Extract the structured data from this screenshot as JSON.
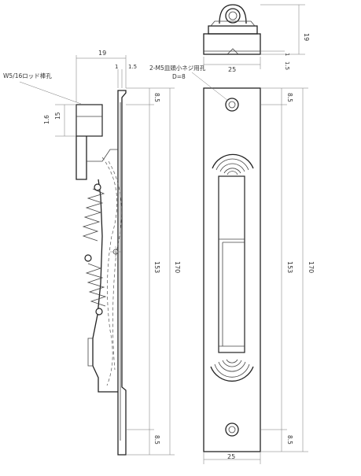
{
  "labels": {
    "rod_hole": "W5/16ロッド棒孔",
    "screw_hole": "2-M5皿頭小ネジ用孔",
    "screw_depth": "D=8"
  },
  "dims": {
    "side_width": "19",
    "side_step": "1",
    "side_plate": "1.5",
    "side_rod_top": "15",
    "side_rod_bottom": "1.6",
    "side_top_pitch": "8.5",
    "side_middle": "153",
    "side_total": "170",
    "side_bottom_pitch": "8.5",
    "top_height": "19",
    "top_plate_a": "1",
    "top_plate_b": "1.5",
    "top_width": "25",
    "front_top_pitch": "8.5",
    "front_middle": "153",
    "front_total": "170",
    "front_bottom_pitch": "8.5",
    "front_width": "25"
  }
}
